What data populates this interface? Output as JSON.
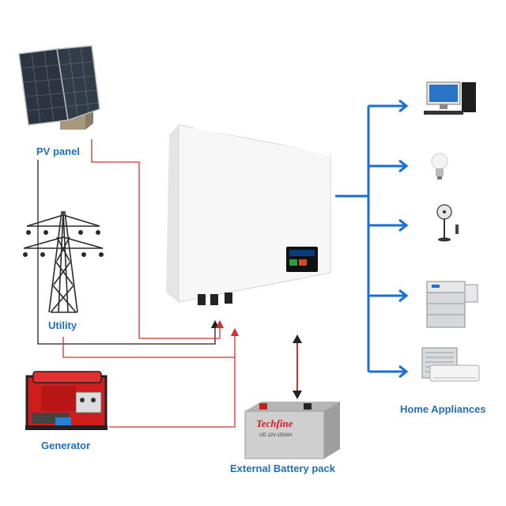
{
  "labels": {
    "pv_panel": "PV panel",
    "utility": "Utility",
    "generator": "Generator",
    "battery": "External Battery pack",
    "appliances": "Home Appliances"
  },
  "battery_brand": "Techfine",
  "battery_model": "UD 12V-150AH",
  "colors": {
    "label_blue": "#1f6fc0",
    "arrow_blue": "#1a6fd6",
    "wire_red": "#d63030",
    "wire_black": "#222222"
  },
  "icons": [
    "solar-panel-icon",
    "transmission-tower-icon",
    "generator-icon",
    "battery-icon",
    "inverter-icon",
    "computer-icon",
    "light-bulb-icon",
    "fan-icon",
    "copier-icon",
    "air-conditioner-icon"
  ]
}
